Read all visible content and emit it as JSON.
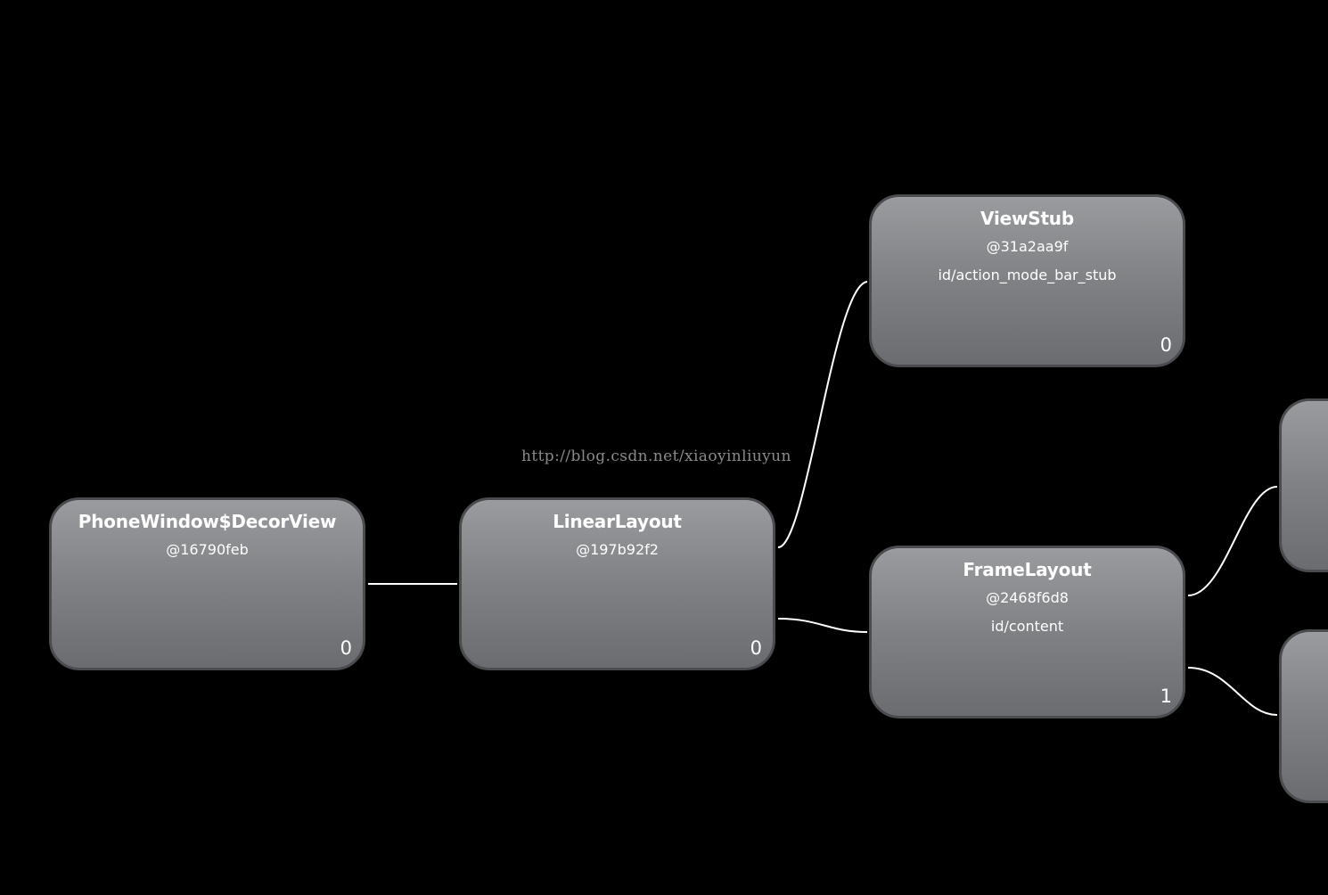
{
  "watermark": "http://blog.csdn.net/xiaoyinliuyun",
  "colors": {
    "background": "#000000",
    "node_border": "#4a4c50",
    "node_top": "#9a9b9e",
    "node_bottom": "#6a6c70",
    "text": "#ffffff",
    "connector": "#ffffff"
  },
  "nodes": {
    "phonewindow": {
      "title": "PhoneWindow$DecorView",
      "hash": "@16790feb",
      "id": "",
      "count": "0"
    },
    "linearlayout": {
      "title": "LinearLayout",
      "hash": "@197b92f2",
      "id": "",
      "count": "0"
    },
    "viewstub": {
      "title": "ViewStub",
      "hash": "@31a2aa9f",
      "id": "id/action_mode_bar_stub",
      "count": "0"
    },
    "framelayout": {
      "title": "FrameLayout",
      "hash": "@2468f6d8",
      "id": "id/content",
      "count": "1"
    }
  }
}
